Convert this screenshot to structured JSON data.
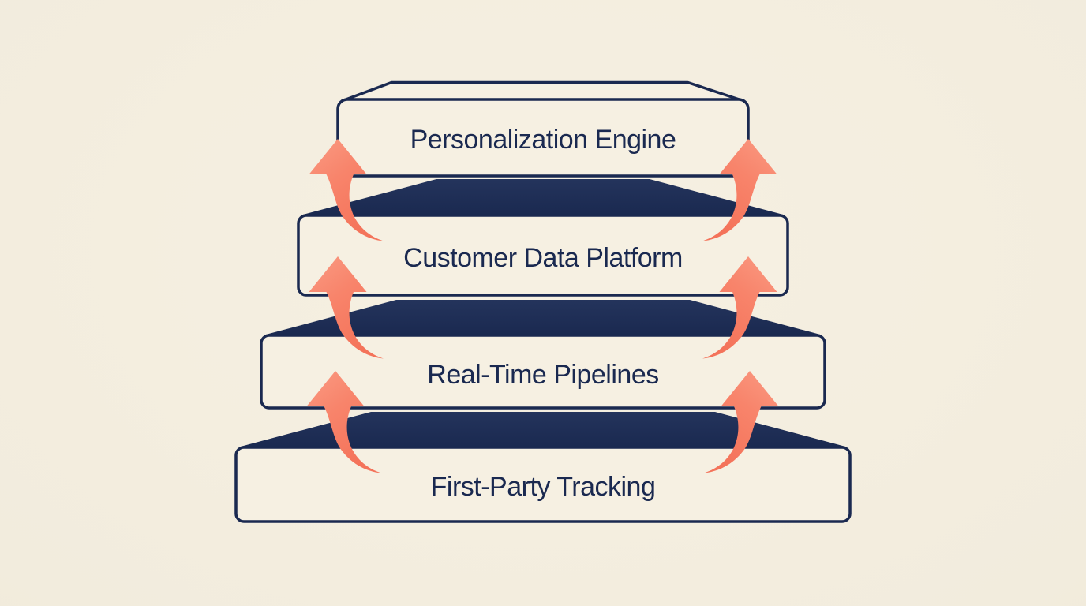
{
  "colors": {
    "background": "#f2ecdd",
    "surface": "#f6f0e2",
    "navy": "#1a2950",
    "navy_light": "#24345c",
    "coral": "#f8846b",
    "coral_light": "#fa9b83",
    "coral_deep": "#f4735a"
  },
  "diagram": {
    "type": "layered-stack",
    "order": "top-to-bottom",
    "layers": [
      {
        "label": "Personalization Engine"
      },
      {
        "label": "Customer Data Platform"
      },
      {
        "label": "Real-Time Pipelines"
      },
      {
        "label": "First-Party Tracking"
      }
    ],
    "arrows": {
      "glyph": "curved-up-arrow",
      "count": 6,
      "direction": "up"
    }
  }
}
